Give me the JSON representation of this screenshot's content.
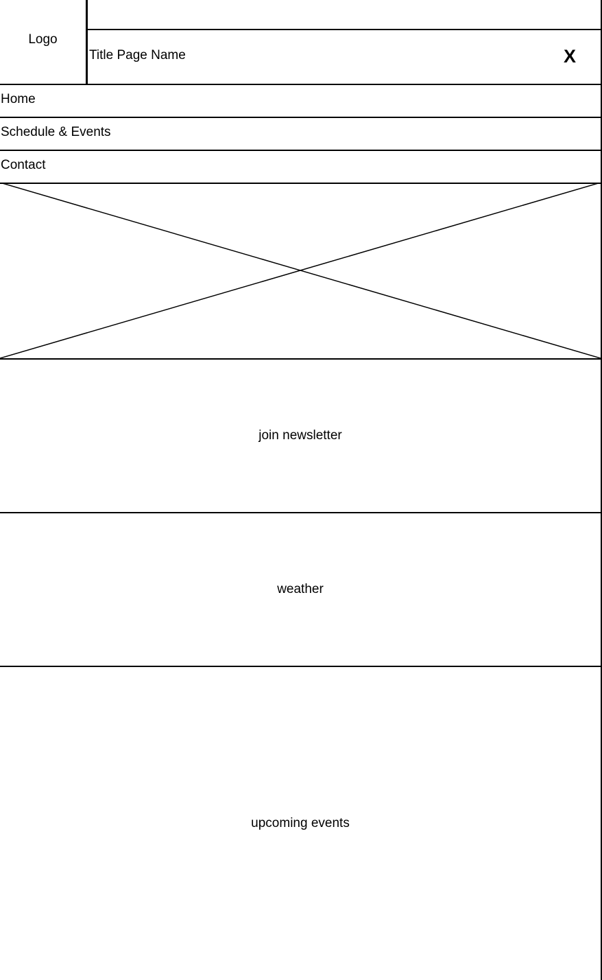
{
  "header": {
    "logo_label": "Logo",
    "title": "Title Page Name",
    "close_label": "X"
  },
  "nav": {
    "items": [
      {
        "label": "Home"
      },
      {
        "label": "Schedule & Events"
      },
      {
        "label": "Contact"
      }
    ]
  },
  "sections": {
    "newsletter": "join newsletter",
    "weather": "weather",
    "events": "upcoming events"
  }
}
